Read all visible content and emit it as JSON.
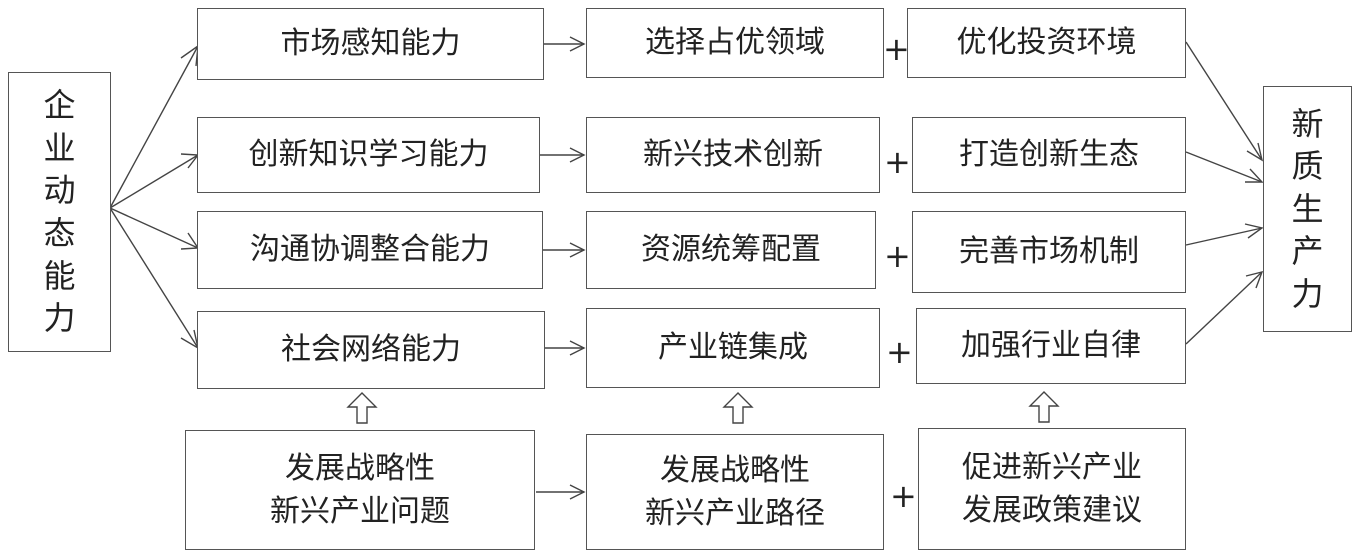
{
  "left_box": "企业动态能力",
  "right_box": "新质生产力",
  "rows": [
    {
      "capability": "市场感知能力",
      "action": "选择占优领域",
      "environment": "优化投资环境"
    },
    {
      "capability": "创新知识学习能力",
      "action": "新兴技术创新",
      "environment": "打造创新生态"
    },
    {
      "capability": "沟通协调整合能力",
      "action": "资源统筹配置",
      "environment": "完善市场机制"
    },
    {
      "capability": "社会网络能力",
      "action": "产业链集成",
      "environment": "加强行业自律"
    }
  ],
  "bottom": {
    "problem_line1": "发展战略性",
    "problem_line2": "新兴产业问题",
    "path_line1": "发展战略性",
    "path_line2": "新兴产业路径",
    "policy_line1": "促进新兴产业",
    "policy_line2": "发展政策建议"
  },
  "plus_sign": "+"
}
